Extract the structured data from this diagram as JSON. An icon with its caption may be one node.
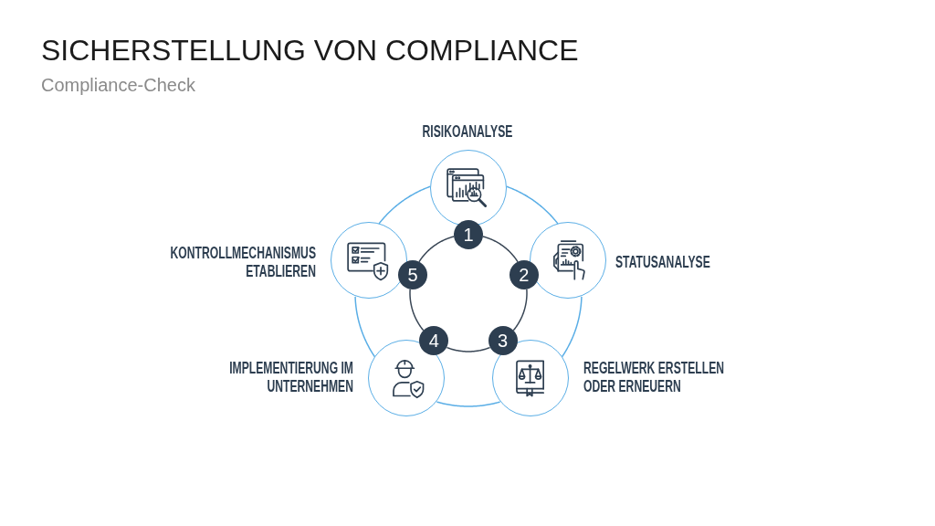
{
  "diagram": {
    "title": "SICHERSTELLUNG VON COMPLIANCE",
    "nodes": [
      {
        "text": [
          "RISIKOANALYSE"
        ]
      },
      {
        "text": [
          "1"
        ]
      },
      {
        "text": [
          "STATUSANALYSE"
        ]
      },
      {
        "text": [
          "2"
        ]
      },
      {
        "text": [
          "REGELWERK ERSTELLEN ODER ERNEUERN"
        ]
      },
      {
        "text": [
          "3"
        ]
      },
      {
        "text": [
          "IMPLEMENTIERUNG IM UNTERNEHMEN"
        ]
      },
      {
        "text": [
          "4"
        ]
      },
      {
        "text": [
          "KONTROLLMECHANISMUS ETABLIEREN"
        ]
      },
      {
        "text": [
          "5"
        ]
      }
    ],
    "edges": [
      {
        "from": 0,
        "to": 2,
        "arrow": "none"
      },
      {
        "from": 2,
        "to": 4,
        "arrow": "none"
      },
      {
        "from": 4,
        "to": 6,
        "arrow": "none"
      },
      {
        "from": 6,
        "to": 8,
        "arrow": "none"
      },
      {
        "from": 8,
        "to": 0,
        "arrow": "none"
      },
      {
        "from": 1,
        "to": 3,
        "arrow": "none",
        "color": "#3a4756"
      },
      {
        "from": 3,
        "to": 5,
        "arrow": "none",
        "color": "#3a4756"
      },
      {
        "from": 5,
        "to": 7,
        "arrow": "none",
        "color": "#3a4756"
      },
      {
        "from": 7,
        "to": 9,
        "arrow": "none",
        "color": "#3a4756"
      },
      {
        "from": 9,
        "to": 1,
        "arrow": "none",
        "color": "#3a4756"
      }
    ],
    "labels": [
      "Compliance-Check"
    ]
  }
}
